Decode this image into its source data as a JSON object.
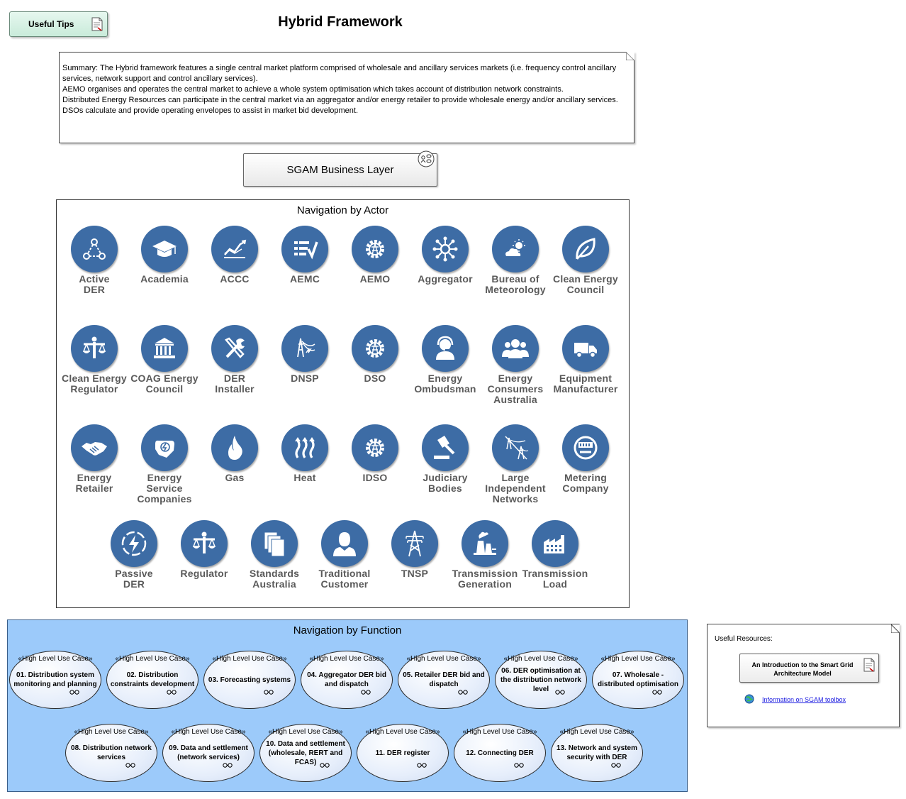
{
  "tips": {
    "label": "Useful Tips"
  },
  "title": "Hybrid Framework",
  "summary": {
    "lines": [
      "Summary: The Hybrid framework features a single central market platform comprised of wholesale and ancillary services markets (i.e. frequency control ancillary services, network support and control ancillary services).",
      "AEMO organises and operates the central market to achieve a whole system optimisation which takes account of distribution  network constraints.",
      "Distributed Energy Resources can participate in the central market via an aggregator and/or energy retailer to provide wholesale energy and/or ancillary services.",
      "DSOs calculate and provide operating envelopes to assist in market bid development."
    ]
  },
  "sgam_button": {
    "label": "SGAM Business Layer"
  },
  "actors_panel": {
    "title": "Navigation by Actor",
    "actors": [
      {
        "name": "Active\nDER",
        "icon": "network-triangle-icon"
      },
      {
        "name": "Academia",
        "icon": "graduation-cap-icon"
      },
      {
        "name": "ACCC",
        "icon": "line-chart-icon"
      },
      {
        "name": "AEMC",
        "icon": "checklist-icon"
      },
      {
        "name": "AEMO",
        "icon": "gear-pylon-icon"
      },
      {
        "name": "Aggregator",
        "icon": "hub-icon"
      },
      {
        "name": "Bureau of\nMeteorology",
        "icon": "weather-icon"
      },
      {
        "name": "Clean Energy\nCouncil",
        "icon": "leaf-icon"
      },
      {
        "name": "Clean Energy\nRegulator",
        "icon": "scales-co2-icon"
      },
      {
        "name": "COAG Energy\nCouncil",
        "icon": "government-building-icon"
      },
      {
        "name": "DER\nInstaller",
        "icon": "tools-icon"
      },
      {
        "name": "DNSP",
        "icon": "distribution-pole-icon"
      },
      {
        "name": "DSO",
        "icon": "gear-pylon-icon"
      },
      {
        "name": "Energy\nOmbudsman",
        "icon": "headset-person-icon"
      },
      {
        "name": "Energy\nConsumers\nAustralia",
        "icon": "group-people-icon"
      },
      {
        "name": "Equipment\nManufacturer",
        "icon": "truck-icon"
      },
      {
        "name": "Energy\nRetailer",
        "icon": "handshake-icon"
      },
      {
        "name": "Energy Service\nCompanies",
        "icon": "hand-energy-icon"
      },
      {
        "name": "Gas",
        "icon": "flame-icon"
      },
      {
        "name": "Heat",
        "icon": "heat-waves-icon"
      },
      {
        "name": "IDSO",
        "icon": "gear-pylon-icon"
      },
      {
        "name": "Judiciary\nBodies",
        "icon": "gavel-icon"
      },
      {
        "name": "Large\nIndependent\nNetworks",
        "icon": "network-poles-icon"
      },
      {
        "name": "Metering\nCompany",
        "icon": "meter-icon"
      },
      {
        "name": "Passive\nDER",
        "icon": "lightning-icon"
      },
      {
        "name": "Regulator",
        "icon": "scales-person-icon"
      },
      {
        "name": "Standards\nAustralia",
        "icon": "documents-icon"
      },
      {
        "name": "Traditional\nCustomer",
        "icon": "person-icon"
      },
      {
        "name": "TNSP",
        "icon": "transmission-tower-icon"
      },
      {
        "name": "Transmission\nGeneration",
        "icon": "power-plant-icon"
      },
      {
        "name": "Transmission\nLoad",
        "icon": "factory-icon"
      }
    ]
  },
  "functions_panel": {
    "title": "Navigation by Function",
    "stereotype": "«High Level Use Case»",
    "use_cases": [
      "01. Distribution system monitoring and planning",
      "02. Distribution constraints development",
      "03. Forecasting systems",
      "04. Aggregator DER bid and dispatch",
      "05. Retailer DER bid and dispatch",
      "06. DER optimisation at the distribution network level",
      "07. Wholesale - distributed optimisation",
      "08. Distribution network services",
      "09. Data and settlement (network services)",
      "10. Data and settlement (wholesale, RERT and FCAS)",
      "11. DER register",
      "12. Connecting DER",
      "13. Network and system security with DER"
    ]
  },
  "resources": {
    "heading": "Useful Resources:",
    "document_button": "An Introduction to the Smart Grid Architecture Model",
    "link": "Information on SGAM toolbox"
  },
  "colors": {
    "actor_circle": "#3d6ca5",
    "function_panel_bg": "#9ccafa",
    "tips_bg": "#c9ebda"
  }
}
